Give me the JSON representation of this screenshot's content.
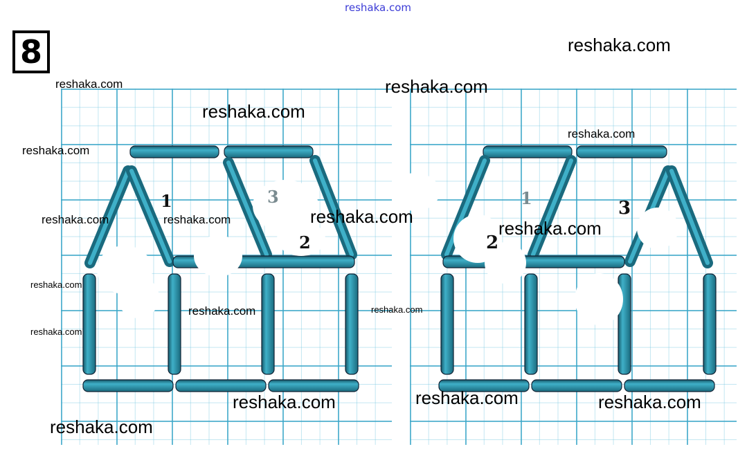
{
  "header": {
    "site": "reshaka.com"
  },
  "task": {
    "number": "8"
  },
  "figures": {
    "left": {
      "labels": [
        "1",
        "2",
        "3"
      ]
    },
    "right": {
      "labels": [
        "1",
        "2",
        "3"
      ]
    }
  },
  "watermarks": [
    "reshaka.com",
    "reshaka.com",
    "reshaka.com",
    "reshaka.com",
    "reshaka.com",
    "reshaka.com",
    "reshaka.com",
    "reshaka.com",
    "reshaka.com",
    "reshaka.com",
    "reshaka.com",
    "reshaka.com",
    "reshaka.com",
    "reshaka.com",
    "reshaka.com",
    "reshaka.com",
    "reshaka.com",
    "reshaka.com",
    "reshaka.com"
  ],
  "colors": {
    "stick": "#2a8fa6",
    "stick_dark": "#1e6f82",
    "grid": "#3aa6c8",
    "link": "#3b3bd6"
  }
}
